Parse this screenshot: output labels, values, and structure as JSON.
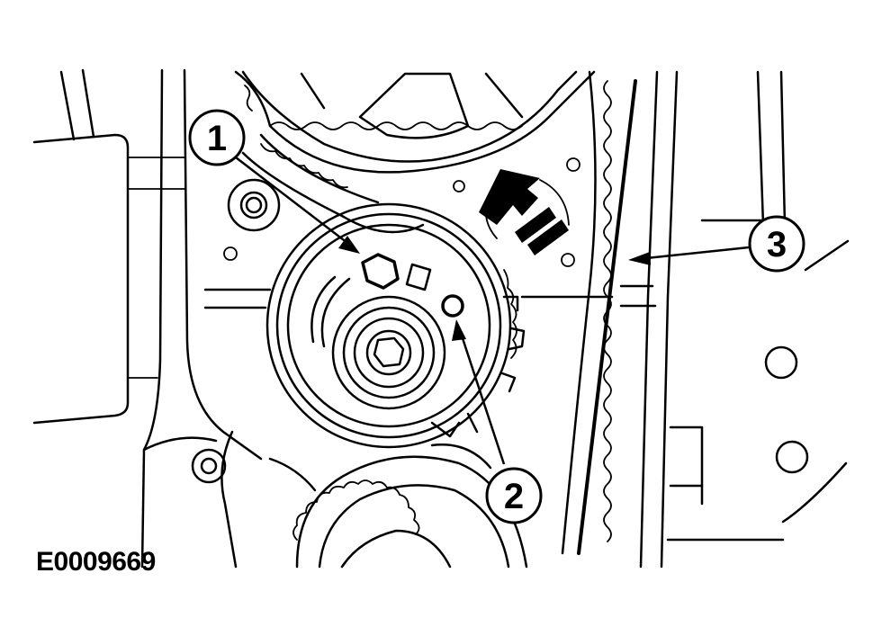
{
  "figure": {
    "id_label": "E0009669"
  },
  "callouts": [
    {
      "label": "1"
    },
    {
      "label": "2"
    },
    {
      "label": "3"
    }
  ],
  "colors": {
    "line": "#000000",
    "background": "#ffffff"
  }
}
